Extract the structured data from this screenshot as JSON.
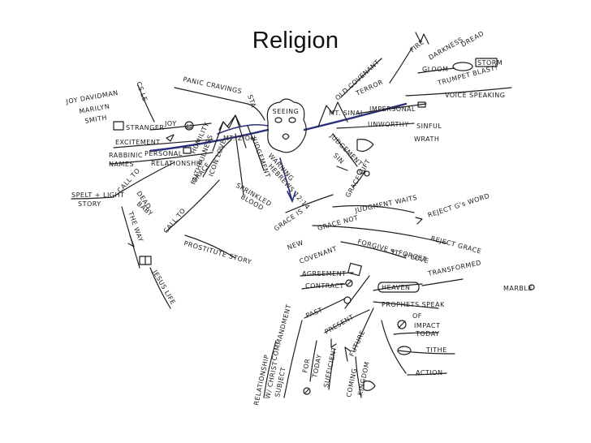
{
  "slide": {
    "title": "Religion"
  },
  "mindmap": {
    "center_label": "SEEING",
    "labels": {
      "panic_cravings": "PANIC CRAVINGS",
      "joy_davidman": "JOY DAVIDMAN",
      "marilyn": "MARILYN",
      "smith": "SMITH",
      "joy": "JOY",
      "mt_zion": "MT. ZION",
      "excitement": "EXCITEMENT",
      "rabbinic": "RABBINIC",
      "names": "NAMES",
      "personal": "PERSONAL",
      "relationship": "RELATIONSHIP",
      "humility": "HUMILITY",
      "faithfulness": "FAITHFULNESS",
      "call_to": "CALL TO",
      "spelt_light": "SPELT + LIGHT",
      "story": "STORY",
      "dead": "DEAD",
      "baby": "BABY",
      "the_way": "THE WAY",
      "jesus_life": "JESUS LIFE",
      "grace": "GRACE",
      "call_to_grace": "CALL TO",
      "prostitute_story": "PROSTITUTE STORY",
      "sprinkled": "SPRINKLED",
      "blood": "BLOOD",
      "warning": "WARNING",
      "mount_sinai": "MT. SINAI",
      "old_covenant": "OLD COVENANT",
      "terror": "TERROR",
      "fire": "FIRE",
      "darkness": "DARKNESS",
      "dread": "DREAD",
      "gloom": "GLOOM",
      "storm": "STORM",
      "trumpet": "TRUMPET BLAST!",
      "voice_speaking": "VOICE SPEAKING",
      "impersonal": "IMPERSONAL",
      "unworthy": "UNWORTHY",
      "sinful": "SINFUL",
      "worship": "WRATH",
      "judgement": "JUDGEMENT",
      "sin": "SIN",
      "grace_is": "GRACE IS",
      "new": "NEW",
      "covenant": "COVENANT",
      "judgment_waits": "JUDGMENT WAITS",
      "reject_word": "REJECT G's WORD",
      "reject_grace": "REJECT GRACE",
      "grace_not": "GRACE NOT",
      "forgive_forget": "FORGIVE + FORGET",
      "st_love": "ST. + LOVE",
      "agreement": "AGREEMENT",
      "contract": "CONTRACT",
      "heaven": "HEAVEN",
      "transformed": "TRANSFORMED",
      "marble": "MARBLE",
      "prophets_speak": "PROPHETS SPEAK",
      "of": "OF",
      "past": "PAST",
      "present": "PRESENT",
      "future": "FUTURE",
      "impact": "IMPACT",
      "today": "TODAY",
      "tithe": "TITHE",
      "action": "ACTION",
      "commandment": "COMMANDMENT",
      "relationship_christ": "RELATIONSHIP",
      "with_christ": "W/ CHRIST",
      "subject": "SUBJECT",
      "for_today": "FOR",
      "today2": "TODAY",
      "sufficient": "SUFFICIENT",
      "coming": "COMING",
      "kingdom": "KINGDOM"
    }
  }
}
